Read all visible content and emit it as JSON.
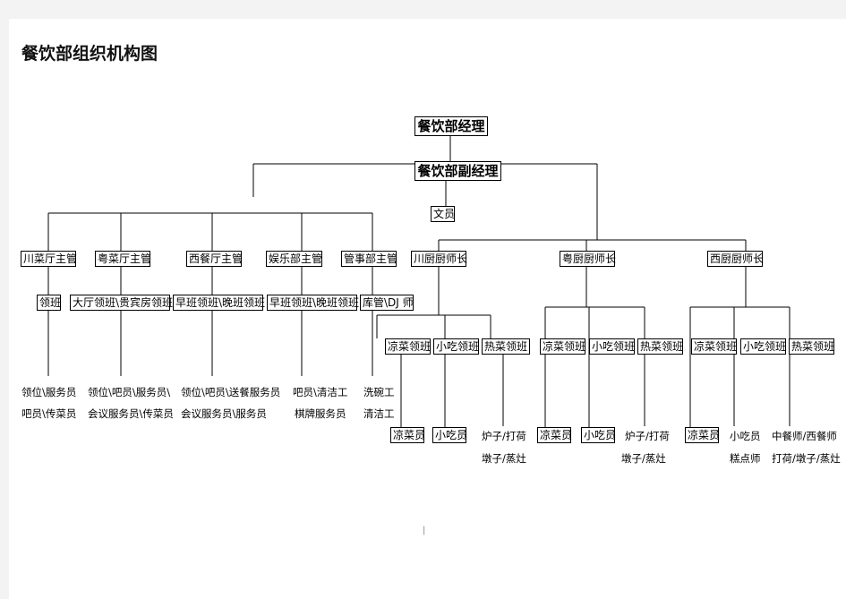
{
  "title": "餐饮部组织机构图",
  "nodes": {
    "manager": "餐饮部经理",
    "deputy": "餐饮部副经理",
    "clerk": "文员",
    "sichuan_hall": "川菜厅主管",
    "cantonese_hall": "粤菜厅主管",
    "western_hall": "西餐厅主管",
    "entertainment": "娱乐部主管",
    "stewarding": "管事部主管",
    "sichuan_chef": "川厨厨师长",
    "cantonese_chef": "粤厨厨师长",
    "western_chef": "西厨厨师长",
    "captain": "领班",
    "hall_vip_captain": "大厅领班\\贵宾房领班",
    "morning_evening_captain_1": "早班领班\\晚班领班",
    "morning_evening_captain_2": "早班领班\\晚班领班",
    "store_dj": "库管\\DJ 师",
    "cold_lead_1": "凉菜领班",
    "snack_lead_1": "小吃领班",
    "hot_lead_1": "热菜领班",
    "cold_lead_2": "凉菜领班",
    "snack_lead_2": "小吃领班",
    "hot_lead_2": "热菜领班",
    "cold_lead_3": "凉菜领班",
    "snack_lead_3": "小吃领班",
    "hot_lead_3": "热菜领班",
    "cold_staff_1": "凉菜员",
    "snack_staff_1": "小吃员",
    "cold_staff_2": "凉菜员",
    "snack_staff_2": "小吃员",
    "cold_staff_3": "凉菜员"
  },
  "texts": {
    "s1a": "领位\\服务员",
    "s1b": "吧员\\传菜员",
    "s2a": "领位\\吧员\\服务员\\",
    "s2b": "会议服务员\\传菜员",
    "s3a": "领位\\吧员\\送餐服务员",
    "s3b": "会议服务员\\服务员",
    "s4a": "吧员\\清洁工",
    "s4b": "棋牌服务员",
    "s5a": "洗碗工",
    "s5b": "清洁工",
    "k1a": "炉子/打荷",
    "k1b": "墩子/蒸灶",
    "k2a": "炉子/打荷",
    "k2b": "墩子/蒸灶",
    "k3a": "小吃员",
    "k3b": "糕点师",
    "k4a": "中餐师/西餐师",
    "k4b": "打荷/墩子/蒸灶"
  },
  "footer_mark": "|"
}
